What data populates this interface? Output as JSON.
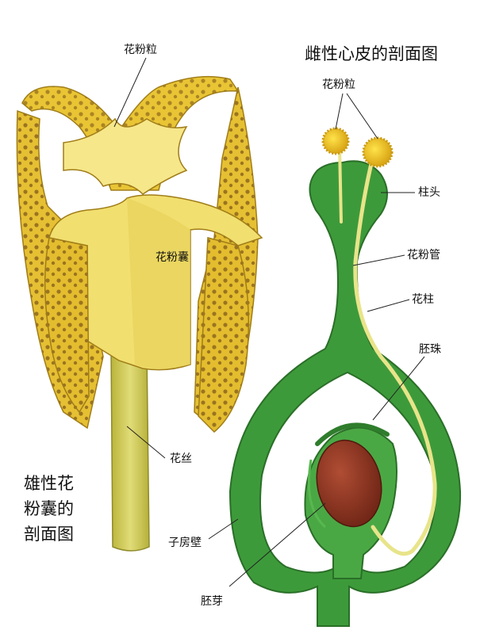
{
  "title_right": "雌性心皮的剖面图",
  "title_left": [
    "雄性花",
    "粉囊的",
    "剖面图"
  ],
  "labels": {
    "pollen_grain_left": "花粉粒",
    "pollen_grain_right": "花粉粒",
    "pollen_sac": "花粉囊",
    "filament": "花丝",
    "stigma": "柱头",
    "pollen_tube": "花粉管",
    "style": "花柱",
    "ovule": "胚珠",
    "ovary_wall": "子房壁",
    "embryo": "胚芽"
  },
  "colors": {
    "anther_yellow": "#e9c535",
    "anther_inner": "#f3e37a",
    "pollen_dot": "#8a6a1e",
    "carpel_green": "#3d9a3a",
    "carpel_dark": "#2b7a2b",
    "embryo_brown": "#8a3320",
    "pollen_tube": "#e8e48a"
  }
}
